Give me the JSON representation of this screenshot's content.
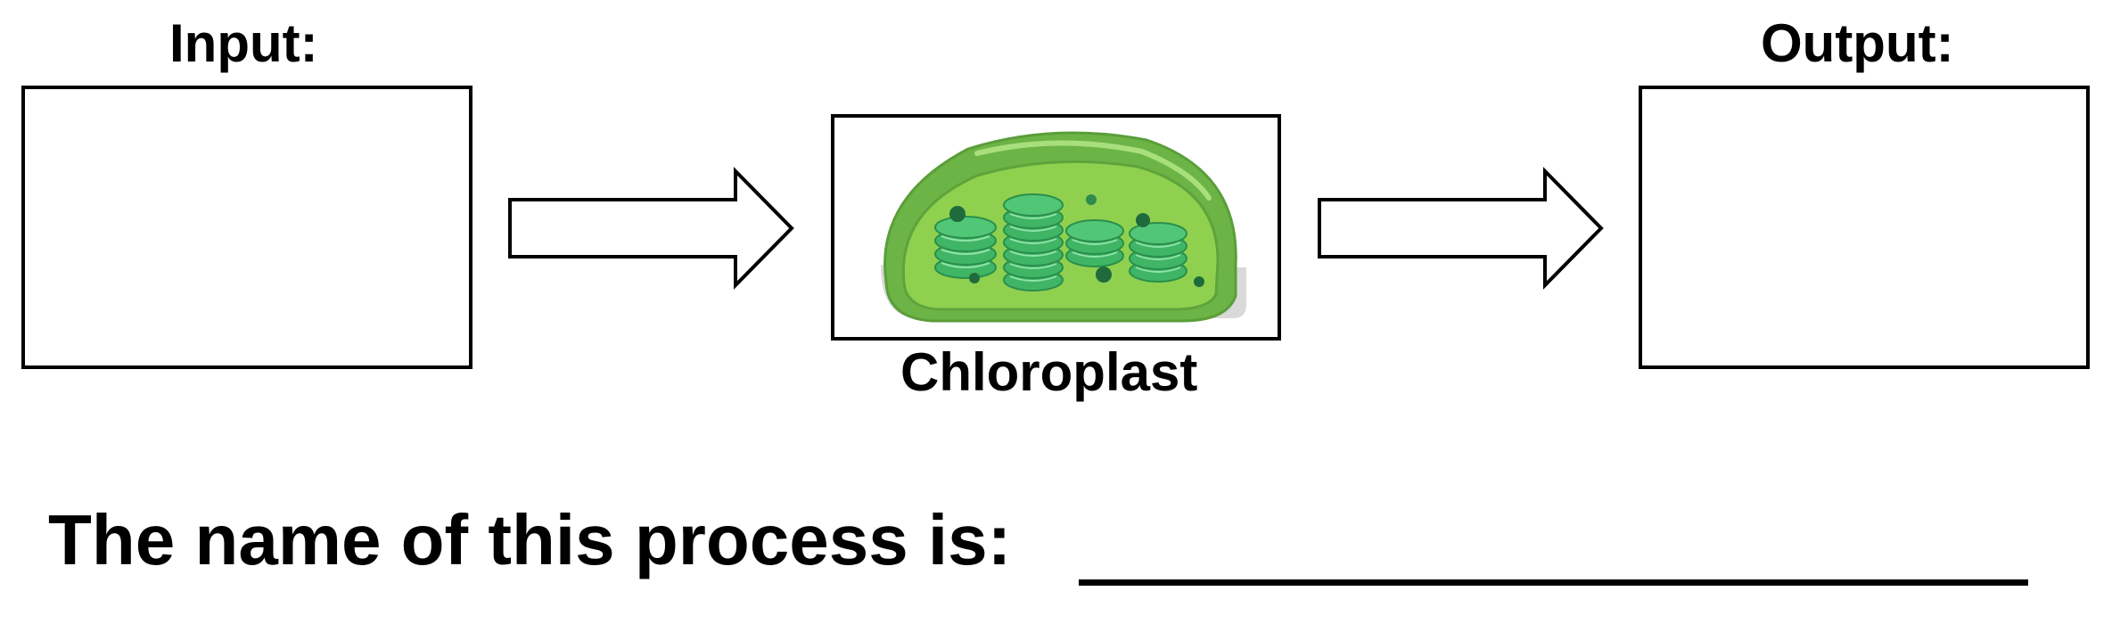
{
  "labels": {
    "input": "Input:",
    "output": "Output:",
    "organelle": "Chloroplast"
  },
  "process": {
    "prompt": "The name of this process is:"
  },
  "colors": {
    "outer_membrane": "#6db446",
    "stroma": "#8fd14f",
    "grana": "#3fb565",
    "grana_highlight": "#8fe3a8",
    "dots": "#1f6b3c",
    "shadow": "#d9d9d9"
  }
}
